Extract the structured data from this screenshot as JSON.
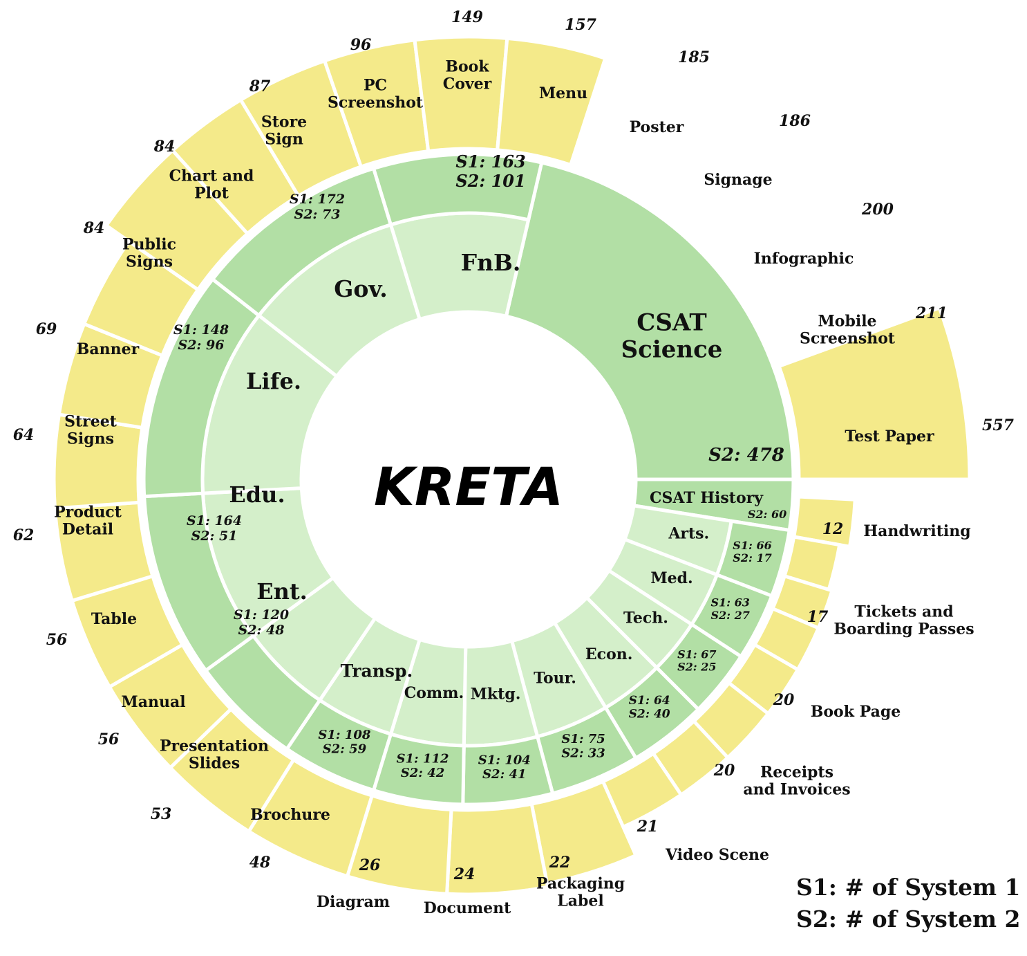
{
  "title": "KRETA",
  "colors": {
    "outer": "#f4ea8a",
    "middle": "#b2dfa5",
    "inner": "#d4efca",
    "stroke": "#ffffff"
  },
  "inner_ring": [
    {
      "name": "csat-science",
      "label": [
        "CSAT",
        "Science"
      ],
      "s1": null,
      "s2_text": "S2: 478"
    },
    {
      "name": "csat-history",
      "label": [
        "CSAT History"
      ],
      "s1": null,
      "s2_text": "S2: 60"
    },
    {
      "name": "arts",
      "label": [
        "Arts."
      ],
      "s1": "S1: 66",
      "s2": "S2: 17"
    },
    {
      "name": "med",
      "label": [
        "Med."
      ],
      "s1": "S1: 63",
      "s2": "S2: 27"
    },
    {
      "name": "tech",
      "label": [
        "Tech."
      ],
      "s1": "S1: 67",
      "s2": "S2: 25"
    },
    {
      "name": "econ",
      "label": [
        "Econ."
      ],
      "s1": "S1: 64",
      "s2": "S2: 40"
    },
    {
      "name": "tour",
      "label": [
        "Tour."
      ],
      "s1": "S1: 75",
      "s2": "S2: 33"
    },
    {
      "name": "mktg",
      "label": [
        "Mktg."
      ],
      "s1": "S1: 104",
      "s2": "S2: 41"
    },
    {
      "name": "comm",
      "label": [
        "Comm."
      ],
      "s1": "S1: 112",
      "s2": "S2: 42"
    },
    {
      "name": "transp",
      "label": [
        "Transp."
      ],
      "s1": "S1: 108",
      "s2": "S2: 59"
    },
    {
      "name": "ent",
      "label": [
        "Ent."
      ],
      "s1": "S1: 120",
      "s2": "S2: 48"
    },
    {
      "name": "edu",
      "label": [
        "Edu."
      ],
      "s1": "S1: 164",
      "s2": "S2: 51"
    },
    {
      "name": "life",
      "label": [
        "Life."
      ],
      "s1": "S1: 148",
      "s2": "S2: 96"
    },
    {
      "name": "gov",
      "label": [
        "Gov."
      ],
      "s1": "S1: 172",
      "s2": "S2: 73"
    },
    {
      "name": "fnb",
      "label": [
        "FnB."
      ],
      "s1": "S1: 163",
      "s2": "S2: 101"
    }
  ],
  "outer_ring": [
    {
      "name": "test-paper",
      "label": [
        "Test Paper"
      ],
      "count": 557
    },
    {
      "name": "handwriting",
      "label": [
        "Handwriting"
      ],
      "count": 12
    },
    {
      "name": "tickets-and-boarding-passes",
      "label": [
        "Tickets and",
        "Boarding Passes"
      ],
      "count": 17
    },
    {
      "name": "book-page",
      "label": [
        "Book Page"
      ],
      "count": 20
    },
    {
      "name": "receipts-and-invoices",
      "label": [
        "Receipts",
        "and Invoices"
      ],
      "count": 20
    },
    {
      "name": "video-scene",
      "label": [
        "Video Scene"
      ],
      "count": 21
    },
    {
      "name": "packaging-label",
      "label": [
        "Packaging",
        "Label"
      ],
      "count": 22
    },
    {
      "name": "document",
      "label": [
        "Document"
      ],
      "count": 24
    },
    {
      "name": "diagram",
      "label": [
        "Diagram"
      ],
      "count": 26
    },
    {
      "name": "brochure",
      "label": [
        "Brochure"
      ],
      "count": 48
    },
    {
      "name": "presentation-slides",
      "label": [
        "Presentation",
        "Slides"
      ],
      "count": 53
    },
    {
      "name": "manual",
      "label": [
        "Manual"
      ],
      "count": 56
    },
    {
      "name": "table",
      "label": [
        "Table"
      ],
      "count": 56
    },
    {
      "name": "product-detail",
      "label": [
        "Product",
        "Detail"
      ],
      "count": 62
    },
    {
      "name": "street-signs",
      "label": [
        "Street",
        "Signs"
      ],
      "count": 64
    },
    {
      "name": "banner",
      "label": [
        "Banner"
      ],
      "count": 69
    },
    {
      "name": "public-signs",
      "label": [
        "Public",
        "Signs"
      ],
      "count": 84
    },
    {
      "name": "chart-and-plot",
      "label": [
        "Chart and",
        "Plot"
      ],
      "count": 84
    },
    {
      "name": "store-sign",
      "label": [
        "Store",
        "Sign"
      ],
      "count": 87
    },
    {
      "name": "pc-screenshot",
      "label": [
        "PC",
        "Screenshot"
      ],
      "count": 96
    },
    {
      "name": "book-cover",
      "label": [
        "Book",
        "Cover"
      ],
      "count": 149
    },
    {
      "name": "menu",
      "label": [
        "Menu"
      ],
      "count": 157
    },
    {
      "name": "poster",
      "label": [
        "Poster"
      ],
      "count": 185
    },
    {
      "name": "signage",
      "label": [
        "Signage"
      ],
      "count": 186
    },
    {
      "name": "infographic",
      "label": [
        "Infographic"
      ],
      "count": 200
    },
    {
      "name": "mobile-screenshot",
      "label": [
        "Mobile",
        "Screenshot"
      ],
      "count": 211
    }
  ],
  "legend": [
    "S1: # of System 1",
    "S2: # of System 2"
  ]
}
